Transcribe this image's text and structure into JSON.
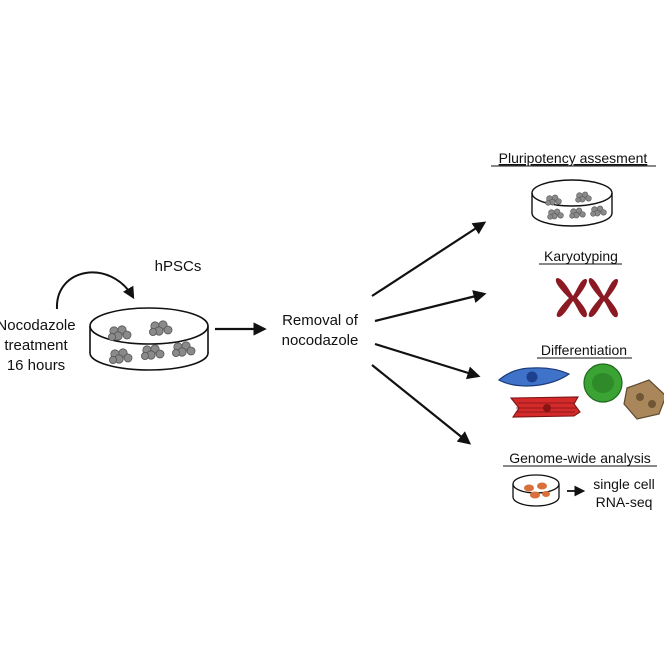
{
  "labels": {
    "hpscs": "hPSCs",
    "treatment": [
      "Nocodazole",
      "treatment",
      "16 hours"
    ],
    "removal": [
      "Removal of",
      "nocodazole"
    ],
    "pluripotency": "Pluripotency assesment",
    "karyotyping": "Karyotyping",
    "differentiation": "Differentiation",
    "genome": "Genome-wide analysis",
    "scseq": [
      "single cell",
      "RNA-seq"
    ]
  },
  "colors": {
    "ink": "#111111",
    "colony": "#8a8a8a",
    "chromosome": "#8b1a22",
    "blue_cell": "#3f73c9",
    "green_cell": "#3aa334",
    "red_cell": "#d42a2a",
    "tan_cell": "#a9875a",
    "orange_cell": "#d9703b"
  },
  "icons": {
    "dish": "petri-dish-icon",
    "chromosomes": "chromosome-icon",
    "cells": "differentiated-cells-icon"
  }
}
